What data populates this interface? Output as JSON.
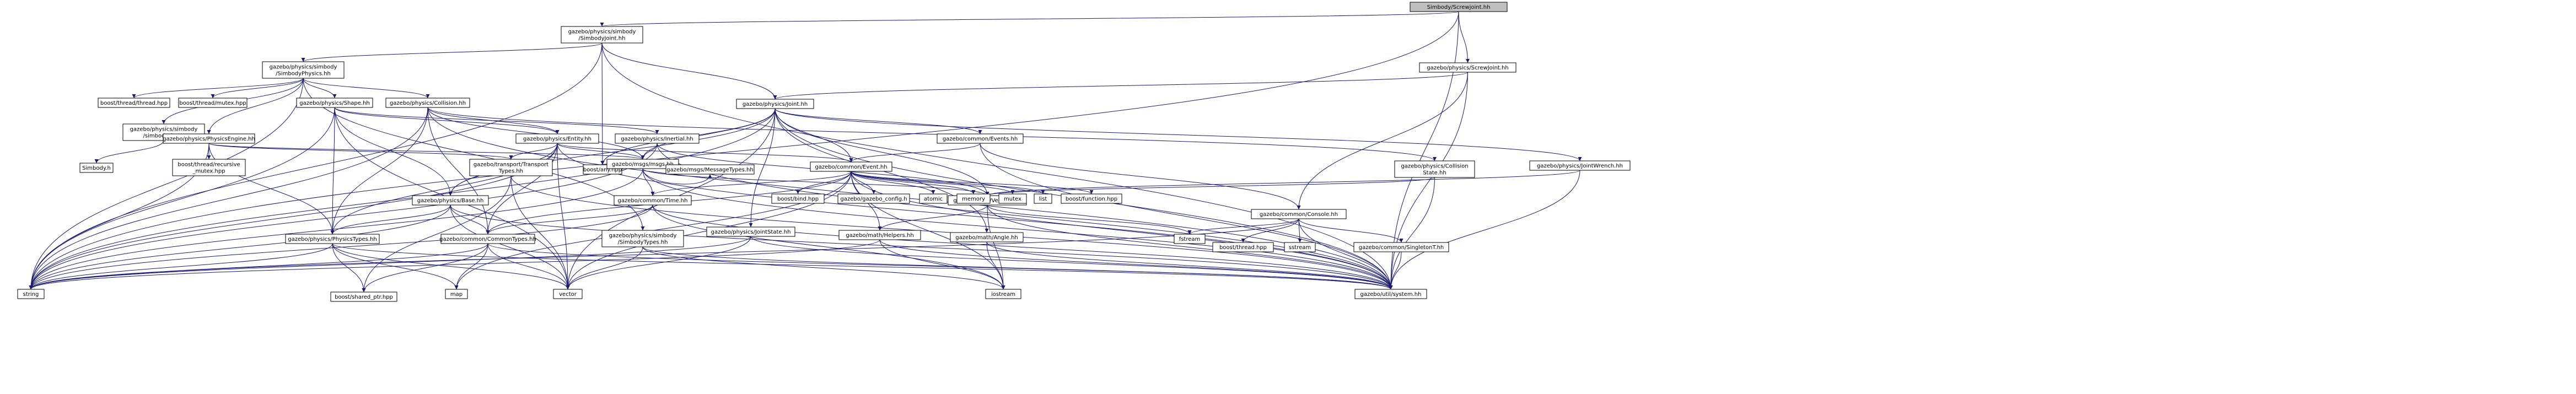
{
  "colors": {
    "edge": "#191970",
    "root_fill": "#bfbfbf",
    "doc_fill": "#ffffff",
    "doc_stroke": "#000000",
    "external_fill": "#ffffff",
    "external_stroke": "#bfbfbf",
    "external_text": "#404040",
    "cyclic_stroke": "#ff0000",
    "cyclic_text": "#ff0000"
  },
  "nodes": [
    {
      "id": "root",
      "kind": "root",
      "lines": [
        "Simbody/Screwjoint.hh"
      ]
    },
    {
      "id": "simbody_joint",
      "kind": "doc",
      "lines": [
        "gazebo/physics/simbody",
        "/SimbodyJoint.hh"
      ]
    },
    {
      "id": "screwjoint",
      "kind": "doc",
      "lines": [
        "gazebo/physics/ScrewJoint.hh"
      ]
    },
    {
      "id": "simbody_physics",
      "kind": "doc",
      "lines": [
        "gazebo/physics/simbody",
        "/SimbodyPhysics.hh"
      ]
    },
    {
      "id": "joint",
      "kind": "doc",
      "lines": [
        "gazebo/physics/Joint.hh"
      ]
    },
    {
      "id": "boost_thread_thread",
      "kind": "ext",
      "lines": [
        "boost/thread/thread.hpp"
      ]
    },
    {
      "id": "simbody_inc",
      "kind": "doc",
      "lines": [
        "gazebo/physics/simbody",
        "/simbody_inc.h"
      ]
    },
    {
      "id": "boost_thread_mutex",
      "kind": "ext",
      "lines": [
        "boost/thread/mutex.hpp"
      ]
    },
    {
      "id": "shape",
      "kind": "doc",
      "lines": [
        "gazebo/physics/Shape.hh"
      ]
    },
    {
      "id": "collision",
      "kind": "doc",
      "lines": [
        "gazebo/physics/Collision.hh"
      ]
    },
    {
      "id": "simbody_h",
      "kind": "ext",
      "lines": [
        "Simbody.h"
      ]
    },
    {
      "id": "physics_engine",
      "kind": "doc",
      "lines": [
        "gazebo/physics/PhysicsEngine.hh"
      ]
    },
    {
      "id": "boost_recursive",
      "kind": "ext",
      "lines": [
        "boost/thread/recursive",
        "_mutex.hpp"
      ]
    },
    {
      "id": "entity",
      "kind": "cyc",
      "lines": [
        "gazebo/physics/Entity.hh"
      ]
    },
    {
      "id": "inertial",
      "kind": "cyc",
      "lines": [
        "gazebo/physics/Inertial.hh"
      ]
    },
    {
      "id": "boost_any",
      "kind": "ext",
      "lines": [
        "boost/any.hpp"
      ]
    },
    {
      "id": "events",
      "kind": "cyc",
      "lines": [
        "gazebo/common/Events.hh"
      ]
    },
    {
      "id": "collision_state",
      "kind": "cyc",
      "lines": [
        "gazebo/physics/Collision",
        "State.hh"
      ]
    },
    {
      "id": "joint_wrench",
      "kind": "doc",
      "lines": [
        "gazebo/physics/JointWrench.hh"
      ]
    },
    {
      "id": "transport_types",
      "kind": "cyc",
      "lines": [
        "gazebo/transport/Transport",
        "Types.hh"
      ]
    },
    {
      "id": "msgs",
      "kind": "cyc",
      "lines": [
        "gazebo/msgs/msgs.hh"
      ]
    },
    {
      "id": "event",
      "kind": "doc",
      "lines": [
        "gazebo/common/Event.hh"
      ]
    },
    {
      "id": "base",
      "kind": "cyc",
      "lines": [
        "gazebo/physics/Base.hh"
      ]
    },
    {
      "id": "common_time",
      "kind": "cyc",
      "lines": [
        "gazebo/common/Time.hh"
      ]
    },
    {
      "id": "message_types",
      "kind": "ext",
      "lines": [
        "gazebo/msgs/MessageTypes.hh"
      ]
    },
    {
      "id": "vector3",
      "kind": "cyc",
      "lines": [
        "gazebo/math/Vector3.hh"
      ]
    },
    {
      "id": "boost_bind",
      "kind": "ext",
      "lines": [
        "boost/bind.hpp"
      ]
    },
    {
      "id": "gazebo_config",
      "kind": "ext",
      "lines": [
        "gazebo/gazebo_config.h"
      ]
    },
    {
      "id": "atomic",
      "kind": "ext",
      "lines": [
        "atomic"
      ]
    },
    {
      "id": "memory",
      "kind": "ext",
      "lines": [
        "memory"
      ]
    },
    {
      "id": "mutex",
      "kind": "ext",
      "lines": [
        "mutex"
      ]
    },
    {
      "id": "list",
      "kind": "ext",
      "lines": [
        "list"
      ]
    },
    {
      "id": "boost_function",
      "kind": "ext",
      "lines": [
        "boost/function.hpp"
      ]
    },
    {
      "id": "console",
      "kind": "doc",
      "lines": [
        "gazebo/common/Console.hh"
      ]
    },
    {
      "id": "physics_types",
      "kind": "doc",
      "lines": [
        "gazebo/physics/PhysicsTypes.hh"
      ]
    },
    {
      "id": "common_types",
      "kind": "doc",
      "lines": [
        "gazebo/common/CommonTypes.hh"
      ]
    },
    {
      "id": "joint_state",
      "kind": "cyc",
      "lines": [
        "gazebo/physics/JointState.hh"
      ]
    },
    {
      "id": "simbody_types",
      "kind": "doc",
      "lines": [
        "gazebo/physics/simbody",
        "/SimbodyTypes.hh"
      ]
    },
    {
      "id": "math_helpers",
      "kind": "cyc",
      "lines": [
        "gazebo/math/Helpers.hh"
      ]
    },
    {
      "id": "math_angle",
      "kind": "cyc",
      "lines": [
        "gazebo/math/Angle.hh"
      ]
    },
    {
      "id": "fstream",
      "kind": "ext",
      "lines": [
        "fstream"
      ]
    },
    {
      "id": "boost_thread",
      "kind": "ext",
      "lines": [
        "boost/thread.hpp"
      ]
    },
    {
      "id": "sstream",
      "kind": "ext",
      "lines": [
        "sstream"
      ]
    },
    {
      "id": "singleton",
      "kind": "doc",
      "lines": [
        "gazebo/common/SingletonT.hh"
      ]
    },
    {
      "id": "string",
      "kind": "ext",
      "lines": [
        "string"
      ]
    },
    {
      "id": "shared_ptr",
      "kind": "ext",
      "lines": [
        "boost/shared_ptr.hpp"
      ]
    },
    {
      "id": "map",
      "kind": "ext",
      "lines": [
        "map"
      ]
    },
    {
      "id": "vector",
      "kind": "ext",
      "lines": [
        "vector"
      ]
    },
    {
      "id": "iostream",
      "kind": "ext",
      "lines": [
        "iostream"
      ]
    },
    {
      "id": "gazebo_util",
      "kind": "ext",
      "lines": [
        "gazebo/util/system.hh"
      ]
    }
  ],
  "edges": [
    [
      "root",
      "simbody_joint"
    ],
    [
      "root",
      "screwjoint"
    ],
    [
      "root",
      "string"
    ],
    [
      "root",
      "gazebo_util"
    ],
    [
      "simbody_joint",
      "simbody_physics"
    ],
    [
      "simbody_joint",
      "boost_any"
    ],
    [
      "simbody_joint",
      "joint"
    ],
    [
      "simbody_joint",
      "string"
    ],
    [
      "simbody_joint",
      "gazebo_util"
    ],
    [
      "screwjoint",
      "joint"
    ],
    [
      "screwjoint",
      "console"
    ],
    [
      "screwjoint",
      "gazebo_util"
    ],
    [
      "simbody_physics",
      "boost_thread_thread"
    ],
    [
      "simbody_physics",
      "simbody_inc"
    ],
    [
      "simbody_physics",
      "boost_thread_mutex"
    ],
    [
      "simbody_physics",
      "shape"
    ],
    [
      "simbody_physics",
      "collision"
    ],
    [
      "simbody_physics",
      "physics_engine"
    ],
    [
      "simbody_physics",
      "string"
    ],
    [
      "simbody_physics",
      "simbody_types"
    ],
    [
      "simbody_inc",
      "simbody_h"
    ],
    [
      "shape",
      "inertial"
    ],
    [
      "shape",
      "entity"
    ],
    [
      "shape",
      "base"
    ],
    [
      "shape",
      "physics_types"
    ],
    [
      "shape",
      "string"
    ],
    [
      "shape",
      "vector"
    ],
    [
      "collision",
      "entity"
    ],
    [
      "collision",
      "collision_state"
    ],
    [
      "collision",
      "string"
    ],
    [
      "collision",
      "common_types"
    ],
    [
      "collision",
      "physics_types"
    ],
    [
      "collision",
      "msgs"
    ],
    [
      "collision",
      "gazebo_util"
    ],
    [
      "physics_engine",
      "boost_recursive"
    ],
    [
      "physics_engine",
      "string"
    ],
    [
      "physics_engine",
      "transport_types"
    ],
    [
      "physics_engine",
      "msgs"
    ],
    [
      "physics_engine",
      "physics_types"
    ],
    [
      "joint",
      "boost_any"
    ],
    [
      "joint",
      "string"
    ],
    [
      "joint",
      "vector"
    ],
    [
      "joint",
      "events"
    ],
    [
      "joint",
      "vector3"
    ],
    [
      "joint",
      "math_angle"
    ],
    [
      "joint",
      "msgs"
    ],
    [
      "joint",
      "joint_state"
    ],
    [
      "joint",
      "joint_wrench"
    ],
    [
      "joint",
      "base"
    ],
    [
      "joint",
      "event"
    ],
    [
      "joint",
      "gazebo_util"
    ],
    [
      "entity",
      "msgs"
    ],
    [
      "entity",
      "transport_types"
    ],
    [
      "entity",
      "string"
    ],
    [
      "entity",
      "vector"
    ],
    [
      "entity",
      "base"
    ],
    [
      "entity",
      "event"
    ],
    [
      "entity",
      "physics_types"
    ],
    [
      "entity",
      "common_types"
    ],
    [
      "entity",
      "gazebo_util"
    ],
    [
      "inertial",
      "msgs"
    ],
    [
      "inertial",
      "string"
    ],
    [
      "inertial",
      "vector3"
    ],
    [
      "inertial",
      "gazebo_util"
    ],
    [
      "events",
      "event"
    ],
    [
      "events",
      "console"
    ],
    [
      "events",
      "gazebo_util"
    ],
    [
      "collision_state",
      "vector3"
    ],
    [
      "collision_state",
      "gazebo_util"
    ],
    [
      "joint_wrench",
      "vector3"
    ],
    [
      "joint_wrench",
      "gazebo_util"
    ],
    [
      "transport_types",
      "shared_ptr"
    ],
    [
      "transport_types",
      "vector"
    ],
    [
      "transport_types",
      "gazebo_util"
    ],
    [
      "msgs",
      "string"
    ],
    [
      "msgs",
      "message_types"
    ],
    [
      "msgs",
      "vector3"
    ],
    [
      "msgs",
      "common_time"
    ],
    [
      "msgs",
      "gazebo_util"
    ],
    [
      "event",
      "boost_bind"
    ],
    [
      "event",
      "gazebo_config"
    ],
    [
      "event",
      "atomic"
    ],
    [
      "event",
      "memory"
    ],
    [
      "event",
      "mutex"
    ],
    [
      "event",
      "list"
    ],
    [
      "event",
      "boost_function"
    ],
    [
      "event",
      "common_time"
    ],
    [
      "event",
      "common_types"
    ],
    [
      "event",
      "math_helpers"
    ],
    [
      "event",
      "vector"
    ],
    [
      "event",
      "map"
    ],
    [
      "event",
      "iostream"
    ],
    [
      "event",
      "gazebo_util"
    ],
    [
      "base",
      "physics_types"
    ],
    [
      "base",
      "common_types"
    ],
    [
      "base",
      "string"
    ],
    [
      "base",
      "vector"
    ],
    [
      "base",
      "gazebo_util"
    ],
    [
      "common_time",
      "string"
    ],
    [
      "common_time",
      "iostream"
    ],
    [
      "common_time",
      "common_types"
    ],
    [
      "common_time",
      "gazebo_util"
    ],
    [
      "vector3",
      "math_helpers"
    ],
    [
      "vector3",
      "iostream"
    ],
    [
      "vector3",
      "fstream"
    ],
    [
      "vector3",
      "gazebo_util"
    ],
    [
      "console",
      "boost_thread"
    ],
    [
      "console",
      "sstream"
    ],
    [
      "console",
      "fstream"
    ],
    [
      "console",
      "string"
    ],
    [
      "console",
      "singleton"
    ],
    [
      "console",
      "gazebo_util"
    ],
    [
      "physics_types",
      "string"
    ],
    [
      "physics_types",
      "shared_ptr"
    ],
    [
      "physics_types",
      "map"
    ],
    [
      "physics_types",
      "vector"
    ],
    [
      "physics_types",
      "gazebo_util"
    ],
    [
      "common_types",
      "string"
    ],
    [
      "common_types",
      "vector"
    ],
    [
      "common_types",
      "shared_ptr"
    ],
    [
      "common_types",
      "map"
    ],
    [
      "common_types",
      "gazebo_util"
    ],
    [
      "joint_state",
      "vector"
    ],
    [
      "joint_state",
      "string"
    ],
    [
      "joint_state",
      "gazebo_util"
    ],
    [
      "simbody_types",
      "vector"
    ],
    [
      "simbody_types",
      "iostream"
    ],
    [
      "simbody_types",
      "gazebo_util"
    ],
    [
      "math_helpers",
      "string"
    ],
    [
      "math_helpers",
      "iostream"
    ],
    [
      "math_helpers",
      "gazebo_util"
    ],
    [
      "math_angle",
      "iostream"
    ],
    [
      "math_angle",
      "gazebo_util"
    ],
    [
      "singleton",
      "gazebo_util"
    ]
  ]
}
